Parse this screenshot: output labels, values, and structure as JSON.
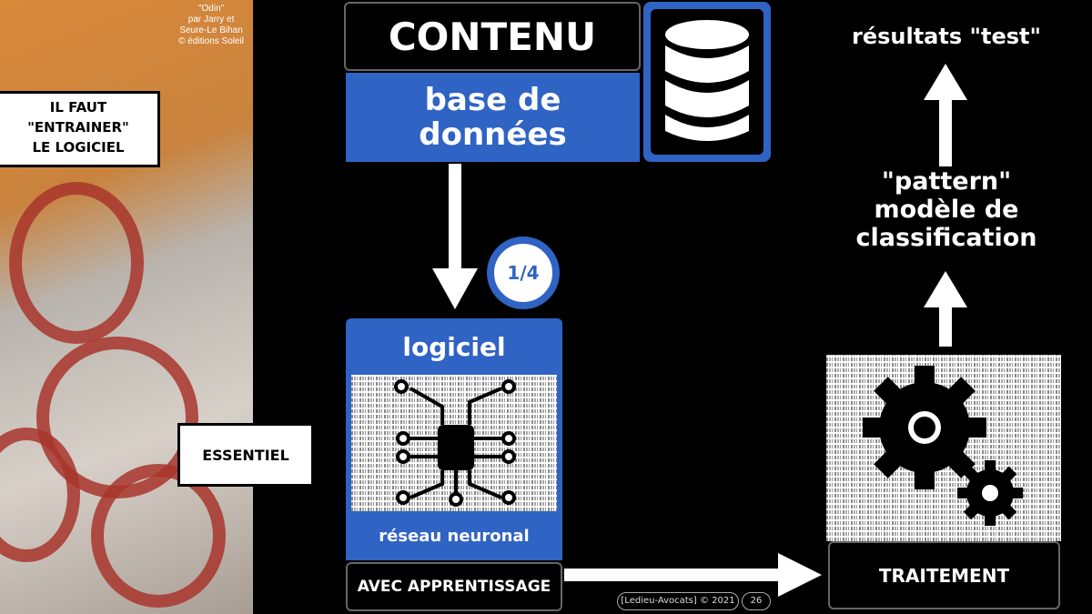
{
  "comic": {
    "credit": [
      "\"Odin\"",
      "par Jarry et",
      "Seure-Le Bihan",
      "© éditions Soleil"
    ],
    "bubble": [
      "IL FAUT",
      "\"ENTRAINER\"",
      "LE LOGICIEL"
    ],
    "caption": "ESSENTIEL"
  },
  "contenu": {
    "title": "CONTENU",
    "subtitle": "base de données"
  },
  "badge": "1/4",
  "logiciel": {
    "title": "logiciel",
    "subtitle": "réseau neuronal",
    "mode": "AVEC APPRENTISSAGE"
  },
  "traitement": "TRAITEMENT",
  "results": {
    "top": "résultats \"test\"",
    "model": [
      "\"pattern\"",
      "modèle de",
      "classification"
    ]
  },
  "footer": {
    "copyright": "[Ledieu-Avocats] © 2021",
    "page": "26"
  },
  "colors": {
    "blue": "#2f63c4"
  }
}
